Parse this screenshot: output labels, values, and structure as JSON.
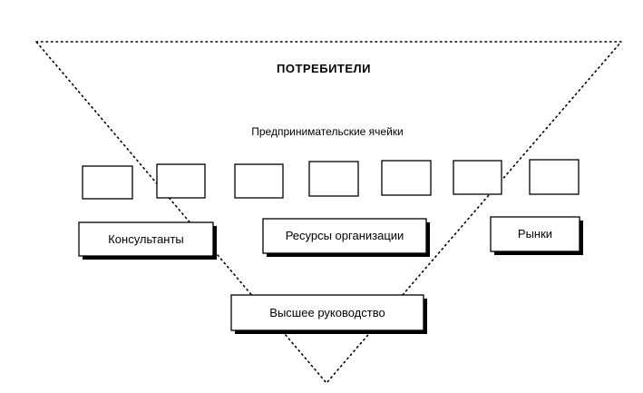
{
  "diagram": {
    "title": "ПОТРЕБИТЕЛИ",
    "subtitle": "Предпринимательские ячейки",
    "cells_count": 7,
    "boxes": {
      "consultants": "Консультанты",
      "resources": "Ресурсы организации",
      "markets": "Рынки",
      "top_management": "Высшее руководство"
    }
  }
}
